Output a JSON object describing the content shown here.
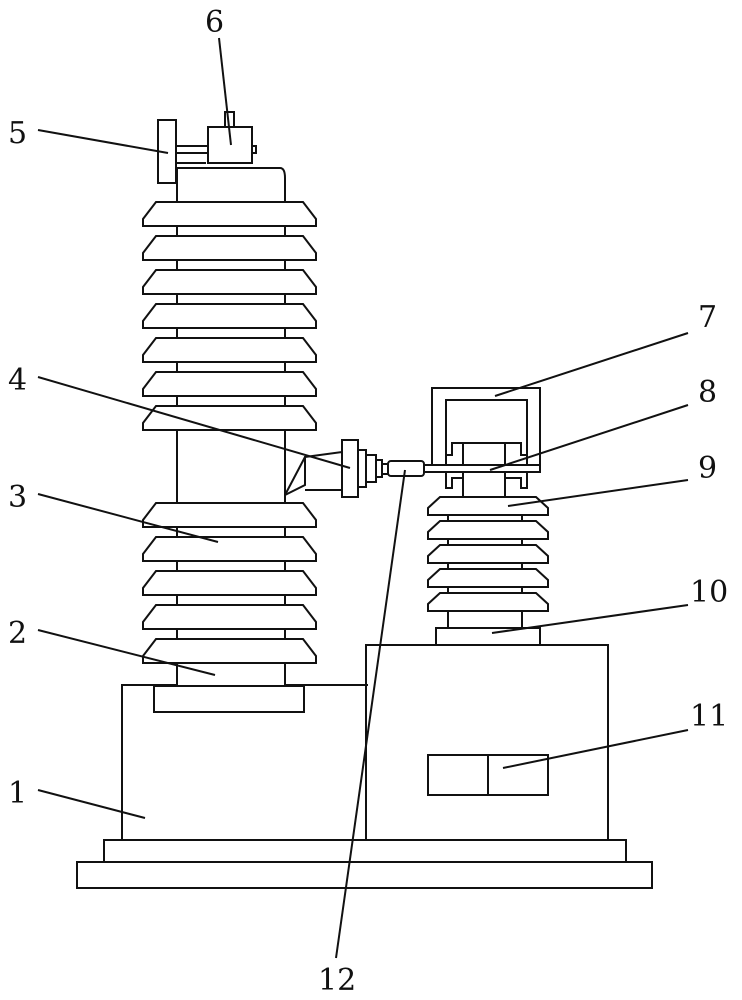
{
  "figure": {
    "labels": [
      "1",
      "2",
      "3",
      "4",
      "5",
      "6",
      "7",
      "8",
      "9",
      "10",
      "11",
      "12"
    ]
  }
}
